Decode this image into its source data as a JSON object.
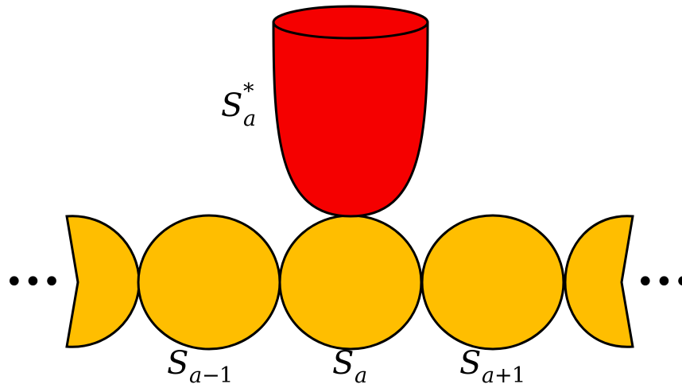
{
  "labels": {
    "probe": {
      "base": "S",
      "sub": "a",
      "sup": "*"
    },
    "left": {
      "base": "S",
      "sub_var": "a",
      "sub_op": "−",
      "sub_num": "1"
    },
    "center": {
      "base": "S",
      "sub": "a"
    },
    "right": {
      "base": "S",
      "sub_var": "a",
      "sub_op": "+",
      "sub_num": "1"
    }
  },
  "ellipsis": {
    "left": "•••",
    "right": "•••"
  },
  "colors": {
    "probe_fill": "#f50000",
    "chain_fill": "#ffbe00",
    "outline": "#000000"
  }
}
